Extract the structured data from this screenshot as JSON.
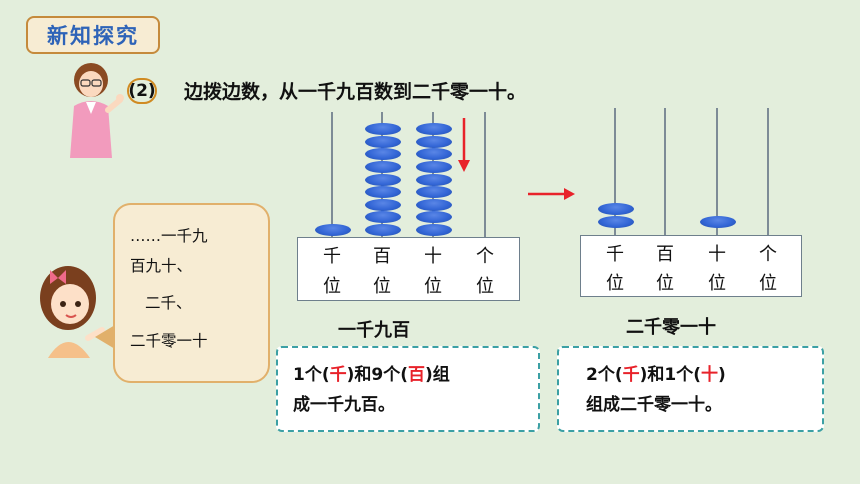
{
  "header": {
    "badge": "新知探究"
  },
  "question": {
    "number": "(2)",
    "text": "边拨边数，从一千九百数到二千零一十。"
  },
  "bubble": {
    "lines": [
      "……一千九",
      "百九十、",
      "二千、",
      "二千零一十"
    ]
  },
  "abacus_left": {
    "columns": [
      {
        "top": "千",
        "bottom": "位",
        "beads": 1
      },
      {
        "top": "百",
        "bottom": "位",
        "beads": 9
      },
      {
        "top": "十",
        "bottom": "位",
        "beads": 9
      },
      {
        "top": "个",
        "bottom": "位",
        "beads": 0
      }
    ],
    "caption": "一千九百"
  },
  "abacus_right": {
    "columns": [
      {
        "top": "千",
        "bottom": "位",
        "beads": 2
      },
      {
        "top": "百",
        "bottom": "位",
        "beads": 0
      },
      {
        "top": "十",
        "bottom": "位",
        "beads": 1
      },
      {
        "top": "个",
        "bottom": "位",
        "beads": 0
      }
    ],
    "caption": "二千零一十"
  },
  "info_left": {
    "p1": "1个(",
    "h1": "千",
    "p2": ")和9个(",
    "h2": "百",
    "p3": ")组",
    "line2": "成一千九百。"
  },
  "info_right": {
    "p1": "2个(",
    "h1": "千",
    "p2": ")和1个(",
    "h2": "十",
    "p3": ")",
    "line2": "组成二千零一十。"
  },
  "colors": {
    "bead": "#3366d6",
    "arrow": "#e8222a",
    "highlight": "#e8222a",
    "badge_text": "#2e63b8"
  }
}
